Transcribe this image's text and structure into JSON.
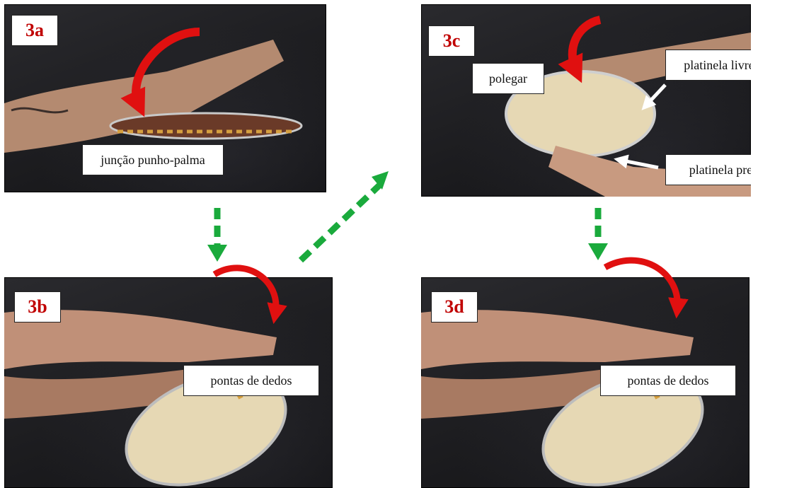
{
  "panels": {
    "a": {
      "tag": "3a",
      "label": "junção punho-palma"
    },
    "b": {
      "tag": "3b",
      "label": "pontas de dedos"
    },
    "c": {
      "tag": "3c",
      "labels": {
        "thumb": "polegar",
        "free_jingle": "platinela livre",
        "held_jingle": "platinela presa"
      }
    },
    "d": {
      "tag": "3d",
      "label": "pontas de dedos"
    }
  },
  "colors": {
    "tag_text": "#c00000",
    "motion_arrow": "#e01010",
    "sequence_arrow": "#1aaa3c",
    "pointer_arrow": "#ffffff"
  }
}
